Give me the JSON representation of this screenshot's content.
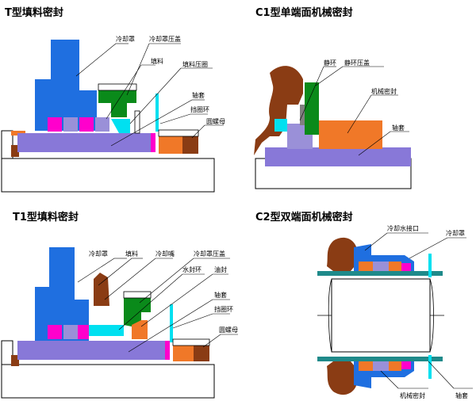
{
  "titles": {
    "t_type": "T型填料密封",
    "c1_type": "C1型单端面机械密封",
    "t1_type": "T1型填料密封",
    "c2_type": "C2型双端面机械密封"
  },
  "labels": {
    "t": {
      "cooling_cover": "冷却罩",
      "cooling_cover_plate": "冷却罩压盖",
      "packing": "填料",
      "packing_gland": "填料压圈",
      "shaft_sleeve": "轴套",
      "retaining_ring": "挡圈环",
      "round_nut": "圆螺母"
    },
    "c1": {
      "static_ring": "静环",
      "static_ring_gland": "静环压盖",
      "mechanical_seal": "机械密封",
      "shaft_sleeve": "轴套"
    },
    "t1": {
      "cooling_cover": "冷却罩",
      "packing": "填料",
      "cooling_nozzle": "冷却嘴",
      "cooling_cover_plate": "冷却罩压盖",
      "water_seal_ring": "水封环",
      "oil_seal": "油封",
      "shaft_sleeve": "轴套",
      "retaining_ring": "挡圈环",
      "round_nut": "圆螺母"
    },
    "c2": {
      "cooling_water_inlet": "冷却水接口",
      "cooling_cover": "冷却罩",
      "mechanical_seal": "机械密封",
      "shaft_sleeve": "轴套"
    }
  },
  "colors": {
    "blue": "#1f6fe0",
    "magenta": "#ff00cc",
    "lavender": "#9a90d8",
    "purple_shaft": "#8878d8",
    "green": "#0a8a1a",
    "cyan": "#00e0f0",
    "orange": "#f07828",
    "brown": "#8a3c14",
    "gray": "#808080"
  }
}
